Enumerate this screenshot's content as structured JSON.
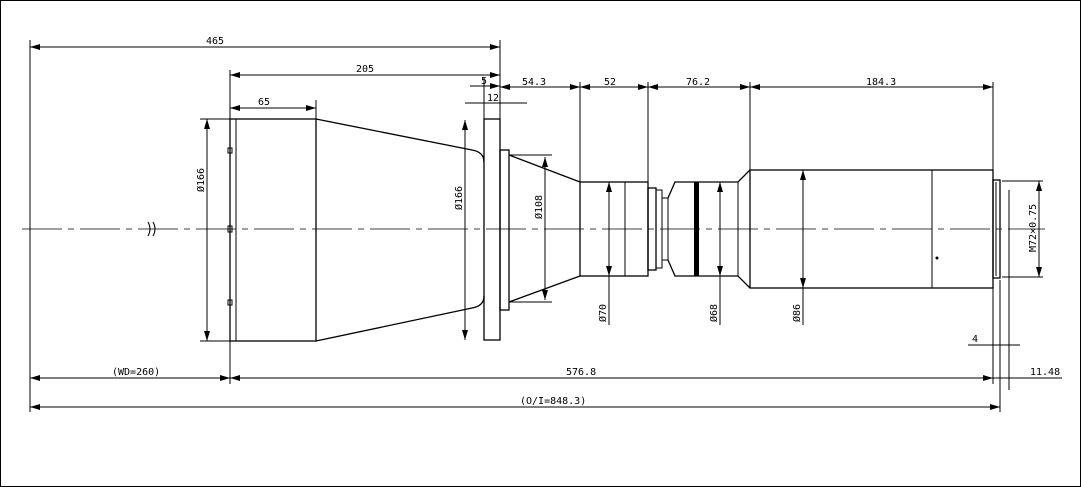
{
  "drawing": {
    "dimensions": {
      "total_length": "465",
      "front_to_flange": "205",
      "front_section": "65",
      "flange_offset": "5",
      "flange_thickness": "12",
      "seg1": "54.3",
      "seg2": "52",
      "seg3": "76.2",
      "seg4": "184.3",
      "front_diameter": "Ø166",
      "flange_diameter": "Ø166",
      "cone_diameter": "Ø108",
      "barrel_diameter": "Ø70",
      "mid_diameter": "Ø68",
      "rear_diameter": "Ø86",
      "thread": "M72×0.75",
      "thread_depth": "4",
      "back_focal": "11.48",
      "working_distance": "(WD=260)",
      "lens_length": "576.8",
      "object_to_image": "(O/I=848.3)"
    }
  }
}
